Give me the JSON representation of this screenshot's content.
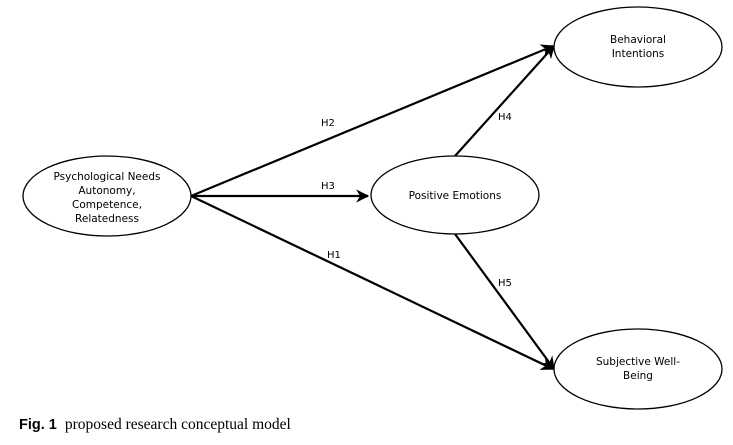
{
  "nodes": {
    "psych_needs": {
      "lines": [
        "Psychological Needs",
        "Autonomy,",
        "Competence,",
        "Relatedness"
      ]
    },
    "positive_emotions": {
      "lines": [
        "Positive Emotions"
      ]
    },
    "behavioral_intentions": {
      "lines": [
        "Behavioral",
        "Intentions"
      ]
    },
    "subjective_wellbeing": {
      "lines": [
        "Subjective Well-",
        "Being"
      ]
    }
  },
  "edges": {
    "h1": {
      "label": "H1",
      "from": "Psychological Needs",
      "to": "Subjective Well-Being"
    },
    "h2": {
      "label": "H2",
      "from": "Psychological Needs",
      "to": "Behavioral Intentions"
    },
    "h3": {
      "label": "H3",
      "from": "Psychological Needs",
      "to": "Positive Emotions"
    },
    "h4": {
      "label": "H4",
      "from": "Positive Emotions",
      "to": "Behavioral Intentions"
    },
    "h5": {
      "label": "H5",
      "from": "Positive Emotions",
      "to": "Subjective Well-Being"
    }
  },
  "caption": {
    "number": "Fig. 1",
    "text": "proposed research conceptual model"
  },
  "colors": {
    "stroke": "#000000",
    "text": "#000000",
    "background": "#ffffff"
  }
}
